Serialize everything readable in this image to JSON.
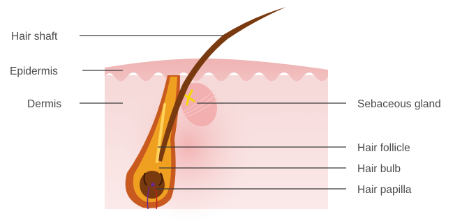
{
  "labels": {
    "hair_shaft": "Hair shaft",
    "epidermis": "Epidermis",
    "dermis": "Dermis",
    "sebaceous_gland": "Sebaceous gland",
    "hair_follicle": "Hair follicle",
    "hair_bulb": "Hair bulb",
    "hair_papilla": "Hair papilla"
  },
  "colors": {
    "epidermis": "#e8a6a6",
    "dermis": "#f4d3d3",
    "hair": "#7a3a10",
    "follicle": "#f0a020",
    "gland": "#f7b8b8",
    "leader": "#3a3a3a",
    "text": "#4a4a4a"
  }
}
